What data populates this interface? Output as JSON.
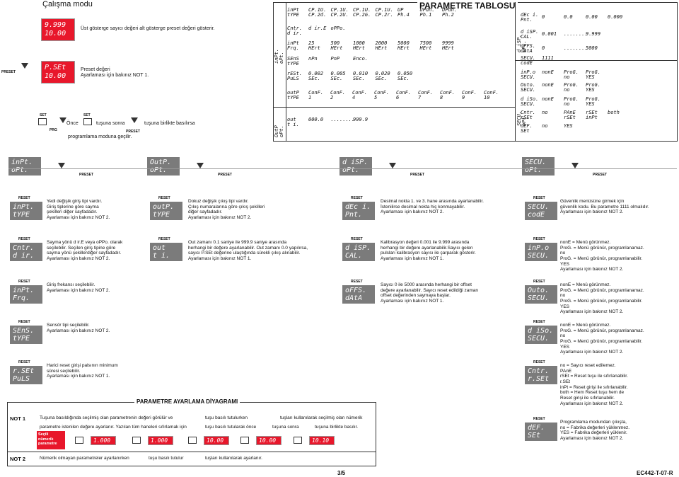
{
  "mode": {
    "title": "Çalışma modu",
    "disp1": "9.999\n10.00",
    "text1": "Üst gösterge sayıcı değeri alt gösterge preset değeri gösterir.",
    "disp2": "P.SEt\n10.00",
    "text2": "Preset değeri\nAyarlaması için bakınız NOT 1.",
    "preset_btn": "PRESET"
  },
  "entry": {
    "set": "SET",
    "prg": "PRG",
    "set2": "SET",
    "preset": "PRESET",
    "t_once": "Önce",
    "t_sonra": "tuşuna sonra",
    "t_birlikte": "tuşuna birlikte basılırsa",
    "t_prog": "programlama moduna geçilir."
  },
  "table": {
    "title": "PARAMETRE TABLOSU",
    "lbl_inpt": "inPt.\noPt.",
    "lbl_outp": "OutP\noPt.",
    "lbl_disp": "d iSP.\noPt.",
    "lbl_secu": "SECU.\noPt.",
    "rows": [
      {
        "p": "inPt\ntYPE",
        "v": [
          "CP.1U.\nCP.2d.",
          "CP.1U.\nCP.2U.",
          "CP.1U.\nCP.2G.",
          "CP.1U.\nCP.2r.",
          "UP\nPh.4",
          "UPdn.\nPh.1",
          "UPdn.\nPh.2"
        ]
      },
      {
        "p": "Cntr.\nd ir.",
        "v": [
          "d ir.E",
          "oPPo."
        ]
      },
      {
        "p": "inPt\nFrq.",
        "v": [
          "25\nHErt",
          "500\nHErt",
          "1000\nHErt",
          "2000\nHErt",
          "5000\nHErt",
          "7500\nHErt",
          "9999\nHErt"
        ]
      },
      {
        "p": "SEnS\ntYPE",
        "v": [
          "nPn",
          "PnP",
          "Enco."
        ]
      },
      {
        "p": "rESt.\nPuLS",
        "v": [
          "0.002\nSEc.",
          "0.005\nSEc.",
          "0.010\nSEc.",
          "0.020\nSEc.",
          "0.050\nSEc."
        ]
      },
      {
        "p": "outP\ntYPE",
        "v": [
          "ConF.\n1",
          "ConF.\n2",
          "ConF.\n4",
          "ConF.\n5",
          "ConF.\n6",
          "ConF.\n7",
          "ConF.\n8",
          "ConF.\n9",
          "ConF.\n10"
        ]
      },
      {
        "p": "out\nt i.",
        "v": [
          "000.0",
          "........",
          "999.9"
        ]
      }
    ],
    "drows": [
      {
        "p": "dEc i.\nPnt.",
        "v": [
          "0",
          "0.0",
          "0.00",
          "0.000"
        ]
      },
      {
        "p": "d iSP.\nCAL.",
        "v": [
          "0.001",
          "........",
          "9.999"
        ]
      },
      {
        "p": "oFFS.\ndAtA",
        "v": [
          "0",
          "........",
          "5000"
        ]
      }
    ],
    "srows": [
      {
        "p": "SECU.\ncodE",
        "v": [
          "1111"
        ]
      },
      {
        "p": "inP.o\nSECU.",
        "v": [
          "nonE",
          "ProG.\nno",
          "ProG.\nYES"
        ]
      },
      {
        "p": "Outo.\nSECU.",
        "v": [
          "nonE",
          "ProG.\nno",
          "ProG.\nYES"
        ]
      },
      {
        "p": "d iSo.\nSECU.",
        "v": [
          "nonE",
          "ProG.\nno",
          "ProG.\nYES"
        ]
      },
      {
        "p": "Cntr.\nrSEt",
        "v": [
          "no",
          "PAnE\nrSEt",
          "rSEt\ninPt",
          "both"
        ]
      },
      {
        "p": "dEF.\nSEt",
        "v": [
          "no",
          "YES"
        ]
      }
    ]
  },
  "nav": {
    "items": [
      "inPt.\noPt.",
      "OutP.\noPt.",
      "d iSP.\noPt.",
      "SECU.\noPt."
    ],
    "preset": "PRESET",
    "reset": "RESET"
  },
  "col1": [
    {
      "d": "inPt.\ntYPE",
      "t": "Yedi değişik giriş tipi vardır.\nGiriş tiplerine göre sayma\nşekilleri diğer sayfadadır.\nAyarlaması için bakınız NOT 2."
    },
    {
      "d": "Cntr.\nd ir.",
      "t": "Sayma yönü d ir.E veya oPPo. olarak\nseçilebilir. Seçilen giriş tipine göre\nsayma yönü şekillerdiğer sayfadadır.\nAyarlaması için bakınız NOT 2."
    },
    {
      "d": "inPt.\nFrq.",
      "t": "Giriş frekansı seçilebilir.\nAyarlaması için bakınız NOT 2."
    },
    {
      "d": "SEnS.\ntYPE",
      "t": "Sensör tipi seçilebilir.\nAyarlaması için bakınız NOT 2."
    },
    {
      "d": "r.SEt\nPuLS",
      "t": "Harici reset girişi palsının minimum\nsüresi seçilebilir.\nAyarlaması için bakınız NOT 1."
    }
  ],
  "col2": [
    {
      "d": "outP.\ntYPE",
      "t": "Dokuz değişik çıkış tipi vardır.\nÇıkış numaralarına göre çıkış şekilleri\ndiğer sayfadadır.\nAyarlaması için bakınız NOT 2."
    },
    {
      "d": "out\nt i.",
      "t": "Out zamanı 0.1 saniye ile 999.9 saniye arasında\nherhangi bir değere ayarlanabilir. Out zamanı 0.0 yapılırsa,\nsayıcı P.SEt değerine ulaştığında sürekli çıkış alınabilir.\nAyarlaması için bakınız NOT 1."
    }
  ],
  "col3": [
    {
      "d": "dEc i.\nPnt.",
      "t": "Desimal nokta 1. ve 3. hane arasında ayarlanabilir.\nİstenilirse desimal nokta hiç konmayabilir.\nAyarlaması için bakınız NOT 2."
    },
    {
      "d": "d iSP.\nCAL.",
      "t": "Kalibrasyon değeri 0.001 ile 9.999 arasında\nherhangi bir değere ayarlanabilir.Sayıcı gelen\npulsları kalibrasyon sayısı ile çarparak gösterir.\nAyarlaması için bakınız NOT 1."
    },
    {
      "d": "oFFS.\ndAtA",
      "t": "Sayıcı 0 ile 5000 arasında herhangi bir offset\ndeğere ayarlanabilir. Sayıcı reset edildiği zaman\noffset değerinden saymaya başlar.\nAyarlaması için bakınız NOT 1."
    }
  ],
  "col4": [
    {
      "d": "SECU.\ncodE",
      "t": "Güvenlik menüsüne girmek için\ngüvenlik kodu. Bu parametre 1111 olmalıdır.\nAyarlaması için bakınız NOT 2."
    },
    {
      "d": "inP.o\nSECU.",
      "t": "nonE = Menü görünmez.\nProG. = Menü görünür, programlanamaz.\nno\nProG. = Menü görünür, programlanabilir.\nYES\nAyarlaması için bakınız NOT 2."
    },
    {
      "d": "Outo.\nSECU.",
      "t": "nonE = Menü görünmez.\nProG. = Menü görünür, programlanamaz.\nno\nProG. = Menü görünür, programlanabilir.\nYES\nAyarlaması için bakınız NOT 2."
    },
    {
      "d": "d iSo.\nSECU.",
      "t": "nonE = Menü görünmez.\nProG. = Menü görünür, programlanamaz.\nno\nProG. = Menü görünür, programlanabilir.\nYES\nAyarlaması için bakınız NOT 2."
    },
    {
      "d": "Cntr.\nr.SEt",
      "t": "no      = Sayıcı reset edilemez.\nPAnE\nrSEt    = Reset tuşu ile sıfırlanabilir.\nr.SEt\ninPt    = Reset girişi ile sıfırlanabilir.\nboth    = Hem Reset tuşu hem de\n          Reset girişi ile sıfırlanabilir.\nAyarlaması için bakınız NOT 2."
    },
    {
      "d": "dEF.\nSEt",
      "t": "Programlama modundan çıkışta,\nno   = Fabrika değerleri yüklenmez.\nYES = Fabrika değerleri yüklenir.\nAyarlaması için bakınız NOT 2."
    }
  ],
  "diagram": {
    "title": "PARAMETRE AYARLAMA DİYAGRAMI",
    "not1": "NOT 1",
    "not1_a": "Tuşuna basıldığında seçilmiş olan parametrenin değeri görülür ve",
    "not1_b": "tuşu basılı tutulurken",
    "not1_c": "tuşları kullanılarak seçilmiş olan nümerik",
    "not1_d": "parametre istenilen değere ayarlanır. Yazılan tüm haneleri sıfırlamak için",
    "not1_e": "tuşu basılı tutularak önce",
    "not1_f": "tuşuna  sonra",
    "not1_g": "tuşuna birlikte basılır.",
    "selected": "Seçili\nnümerik\nparametre",
    "seq": [
      "1.000",
      "1.000",
      "10.00",
      "10.00",
      "10.10"
    ],
    "not2": "NOT 2",
    "not2_a": "Nümerik olmayan parametreler ayarlanırken",
    "not2_b": "tuşu basılı tutulur",
    "not2_c": "tuşları kullanılarak ayarlanır."
  },
  "footer": {
    "page": "3/5",
    "code": "EC442-T-07-R"
  }
}
